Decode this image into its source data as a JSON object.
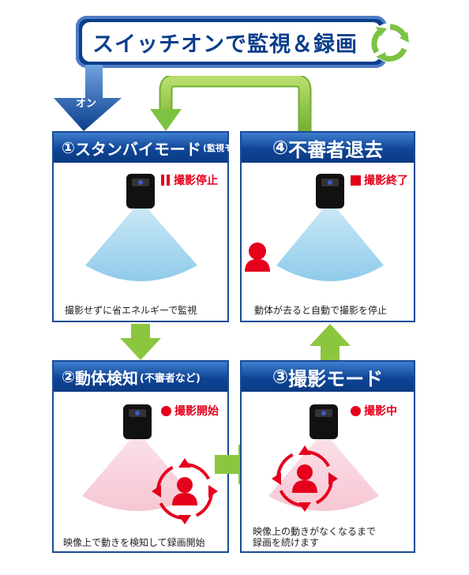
{
  "banner": {
    "title": "スイッチオンで監視＆録画"
  },
  "start_label": "オン",
  "panels": {
    "standby": {
      "number": "①",
      "title": "スタンバイモード",
      "subtitle": "(監視モード)",
      "status": "撮影停止",
      "caption": "撮影せずに省エネルギーで監視"
    },
    "leave": {
      "number": "④",
      "title": "不審者退去",
      "status": "撮影終了",
      "caption": "動体が去ると自動で撮影を停止"
    },
    "detect": {
      "number": "②",
      "title": "動体検知",
      "subtitle": "(不審者など)",
      "status": "撮影開始",
      "caption": "映像上で動きを検知して録画開始"
    },
    "record": {
      "number": "③",
      "title": "撮影モード",
      "status": "撮影中",
      "caption_line1": "映像上の動きがなくなるまで",
      "caption_line2": "録画を続けます"
    }
  },
  "colors": {
    "navy": "#0b3e8c",
    "green": "#8cc63f",
    "red": "#e5001c"
  }
}
